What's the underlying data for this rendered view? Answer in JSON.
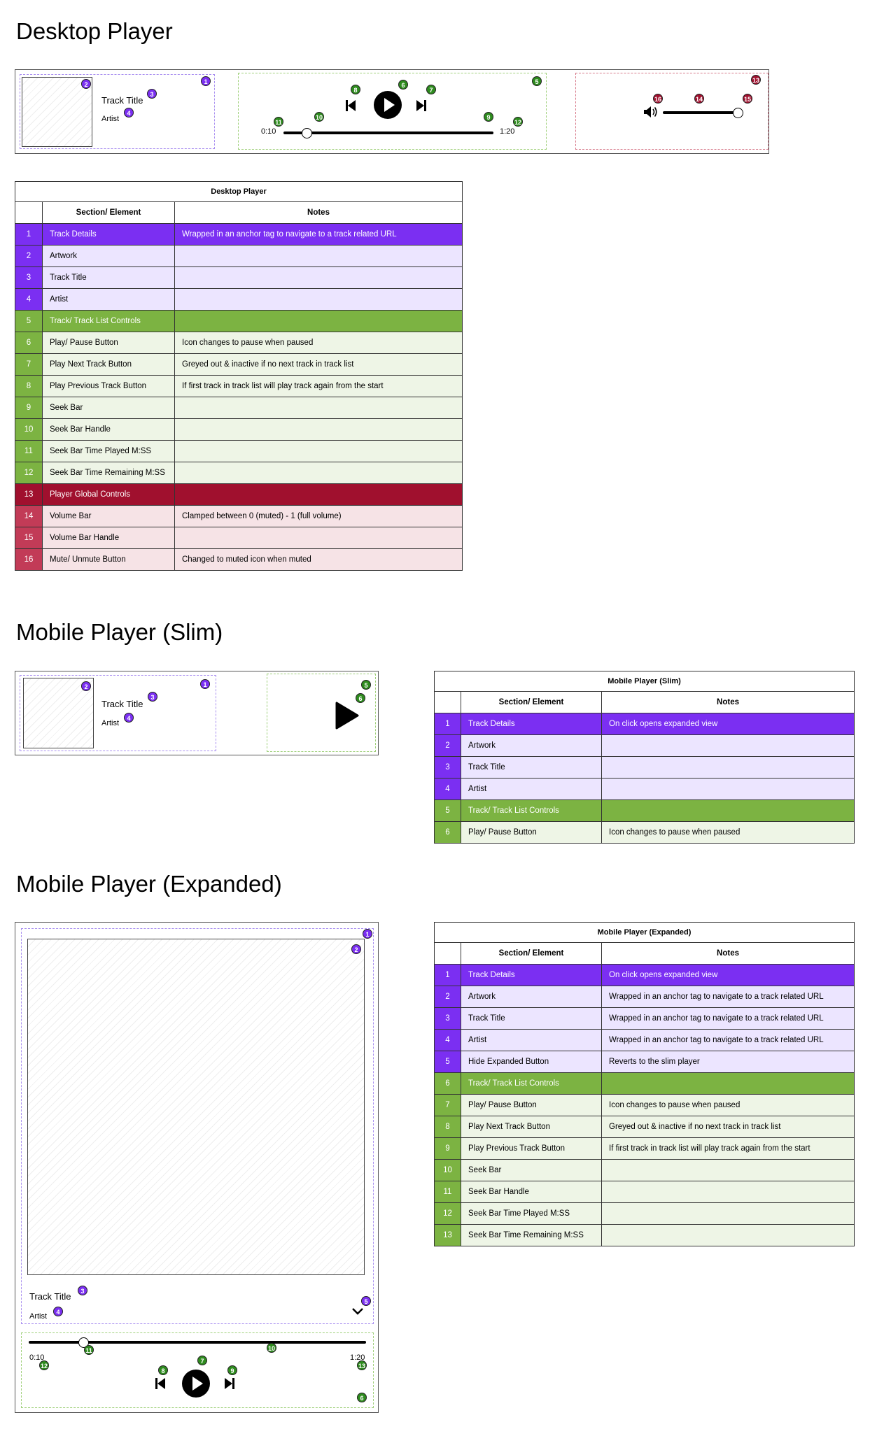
{
  "sections": {
    "desktop_heading": "Desktop Player",
    "slim_heading": "Mobile Player (Slim)",
    "expanded_heading": "Mobile Player (Expanded)"
  },
  "desktop_mock": {
    "track_title": "Track Title",
    "artist": "Artist",
    "time_played": "0:10",
    "time_remaining": "1:20",
    "seek_progress": 0.11,
    "volume_level": 1.0,
    "badges": [
      "1",
      "2",
      "3",
      "4",
      "5",
      "6",
      "7",
      "8",
      "9",
      "10",
      "11",
      "12",
      "13",
      "14",
      "15",
      "16"
    ]
  },
  "slim_mock": {
    "track_title": "Track Title",
    "artist": "Artist",
    "badges": [
      "1",
      "2",
      "3",
      "4",
      "5",
      "6"
    ]
  },
  "expanded_mock": {
    "track_title": "Track Title",
    "artist": "Artist",
    "time_played": "0:10",
    "time_remaining": "1:20",
    "seek_progress": 0.16,
    "badges": [
      "1",
      "2",
      "3",
      "4",
      "5",
      "6",
      "7",
      "8",
      "9",
      "10",
      "11",
      "12",
      "13"
    ]
  },
  "icons": {
    "play": "play-icon",
    "next": "skip-next-icon",
    "previous": "skip-previous-icon",
    "volume": "volume-icon",
    "collapse": "chevron-down-icon"
  },
  "colors": {
    "purple": "#7b2ff2",
    "purple_light": "#ece5ff",
    "green": "#7cb342",
    "green_light": "#eef5e6",
    "red": "#a0102e",
    "red_light": "#f6e3e6"
  },
  "tables": {
    "desktop": {
      "title": "Desktop Player",
      "col_section": "Section/ Element",
      "col_notes": "Notes",
      "rows": [
        {
          "num": "1",
          "element": "Track Details",
          "notes": "Wrapped in an anchor tag to navigate to a track related URL",
          "kind": "sec-p"
        },
        {
          "num": "2",
          "element": "Artwork",
          "notes": "",
          "kind": "row-p"
        },
        {
          "num": "3",
          "element": "Track Title",
          "notes": "",
          "kind": "row-p"
        },
        {
          "num": "4",
          "element": "Artist",
          "notes": "",
          "kind": "row-p"
        },
        {
          "num": "5",
          "element": "Track/ Track List Controls",
          "notes": "",
          "kind": "sec-g"
        },
        {
          "num": "6",
          "element": "Play/ Pause Button",
          "notes": "Icon changes to pause when paused",
          "kind": "row-g"
        },
        {
          "num": "7",
          "element": "Play Next Track Button",
          "notes": "Greyed out & inactive if no next track in track list",
          "kind": "row-g"
        },
        {
          "num": "8",
          "element": "Play Previous Track Button",
          "notes": "If first track in track list will play track again from the start",
          "kind": "row-g"
        },
        {
          "num": "9",
          "element": "Seek Bar",
          "notes": "",
          "kind": "row-g"
        },
        {
          "num": "10",
          "element": "Seek Bar Handle",
          "notes": "",
          "kind": "row-g"
        },
        {
          "num": "11",
          "element": "Seek Bar Time Played M:SS",
          "notes": "",
          "kind": "row-g"
        },
        {
          "num": "12",
          "element": "Seek Bar Time Remaining M:SS",
          "notes": "",
          "kind": "row-g"
        },
        {
          "num": "13",
          "element": "Player Global Controls",
          "notes": "",
          "kind": "sec-r"
        },
        {
          "num": "14",
          "element": "Volume Bar",
          "notes": "Clamped between 0 (muted) - 1 (full volume)",
          "kind": "row-r"
        },
        {
          "num": "15",
          "element": "Volume Bar Handle",
          "notes": "",
          "kind": "row-r"
        },
        {
          "num": "16",
          "element": "Mute/ Unmute Button",
          "notes": "Changed to muted icon when muted",
          "kind": "row-r"
        }
      ]
    },
    "slim": {
      "title": "Mobile Player (Slim)",
      "col_section": "Section/ Element",
      "col_notes": "Notes",
      "rows": [
        {
          "num": "1",
          "element": "Track Details",
          "notes": "On click opens expanded view",
          "kind": "sec-p"
        },
        {
          "num": "2",
          "element": "Artwork",
          "notes": "",
          "kind": "row-p"
        },
        {
          "num": "3",
          "element": "Track Title",
          "notes": "",
          "kind": "row-p"
        },
        {
          "num": "4",
          "element": "Artist",
          "notes": "",
          "kind": "row-p"
        },
        {
          "num": "5",
          "element": "Track/ Track List Controls",
          "notes": "",
          "kind": "sec-g"
        },
        {
          "num": "6",
          "element": "Play/ Pause Button",
          "notes": "Icon changes to pause when paused",
          "kind": "row-g"
        }
      ]
    },
    "expanded": {
      "title": "Mobile Player (Expanded)",
      "col_section": "Section/ Element",
      "col_notes": "Notes",
      "rows": [
        {
          "num": "1",
          "element": "Track Details",
          "notes": "On click opens expanded view",
          "kind": "sec-p"
        },
        {
          "num": "2",
          "element": "Artwork",
          "notes": "Wrapped in an anchor tag to navigate to a track related URL",
          "kind": "row-p"
        },
        {
          "num": "3",
          "element": "Track Title",
          "notes": "Wrapped in an anchor tag to navigate to a track related URL",
          "kind": "row-p"
        },
        {
          "num": "4",
          "element": "Artist",
          "notes": "Wrapped in an anchor tag to navigate to a track related URL",
          "kind": "row-p"
        },
        {
          "num": "5",
          "element": "Hide Expanded Button",
          "notes": "Reverts to the slim player",
          "kind": "row-p"
        },
        {
          "num": "6",
          "element": "Track/ Track List Controls",
          "notes": "",
          "kind": "sec-g"
        },
        {
          "num": "7",
          "element": "Play/ Pause Button",
          "notes": "Icon changes to pause when paused",
          "kind": "row-g"
        },
        {
          "num": "8",
          "element": "Play Next Track Button",
          "notes": "Greyed out & inactive if no next track in track list",
          "kind": "row-g"
        },
        {
          "num": "9",
          "element": "Play Previous Track Button",
          "notes": "If first track in track list will play track again from the start",
          "kind": "row-g"
        },
        {
          "num": "10",
          "element": "Seek Bar",
          "notes": "",
          "kind": "row-g"
        },
        {
          "num": "11",
          "element": "Seek Bar Handle",
          "notes": "",
          "kind": "row-g"
        },
        {
          "num": "12",
          "element": "Seek Bar Time Played M:SS",
          "notes": "",
          "kind": "row-g"
        },
        {
          "num": "13",
          "element": "Seek Bar Time Remaining M:SS",
          "notes": "",
          "kind": "row-g"
        }
      ]
    }
  }
}
